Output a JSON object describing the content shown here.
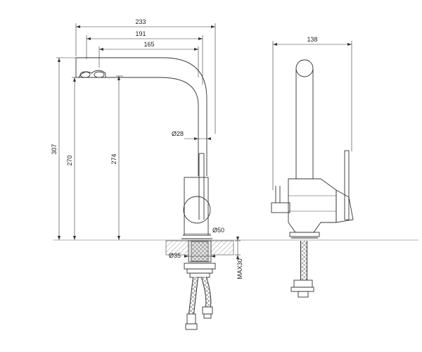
{
  "dimensions": {
    "overall_width": "233",
    "spout_reach": "191",
    "spout_reach_inner": "165",
    "side_width": "138",
    "overall_height": "307",
    "height_270": "270",
    "height_274": "274",
    "spout_diameter": "Ø28",
    "base_diameter": "Ø50",
    "hole_diameter": "Ø35",
    "max_thickness": "MAX30"
  }
}
